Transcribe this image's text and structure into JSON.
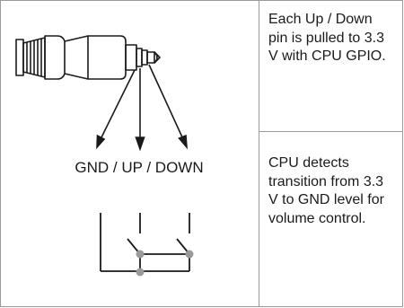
{
  "notes": {
    "top": "Each Up / Down pin is pulled to 3.3 V with CPU GPIO.",
    "bottom": "CPU detects transition from 3.3 V to GND level for volume control."
  },
  "diagram": {
    "pin_label": "GND / UP / DOWN"
  },
  "colors": {
    "line": "#1a1a1a",
    "border": "#9a9a9a",
    "node": "#9a9a9a"
  }
}
